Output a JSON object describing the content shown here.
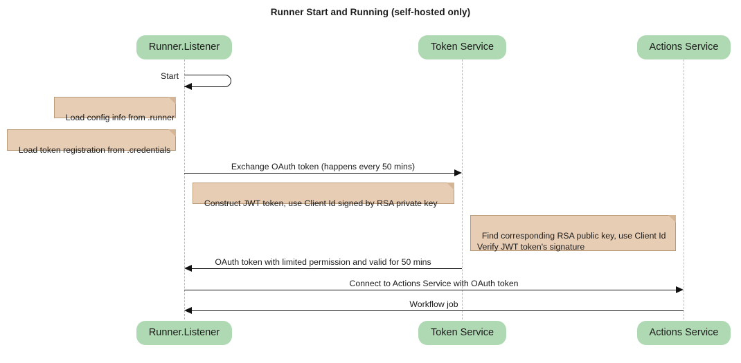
{
  "diagram": {
    "title": "Runner Start and Running (self-hosted only)",
    "type": "sequence-diagram",
    "colors": {
      "participant_fill": "#aed9b2",
      "note_fill": "#e8cdb5",
      "note_border": "#b89a78",
      "note_fold": "#d4b696",
      "lifeline": "#b9b9b9",
      "arrow": "#111111",
      "text": "#1a1a1a",
      "background": "#ffffff"
    }
  },
  "participants": [
    {
      "id": "runner",
      "label": "Runner.Listener"
    },
    {
      "id": "token",
      "label": "Token Service"
    },
    {
      "id": "actions",
      "label": "Actions Service"
    }
  ],
  "messages": [
    {
      "id": "start",
      "label": "Start",
      "from": "runner",
      "to": "runner",
      "kind": "self",
      "direction": "left"
    },
    {
      "id": "exchange-oauth-token",
      "label": "Exchange OAuth token (happens every 50 mins)",
      "from": "runner",
      "to": "token",
      "kind": "sync",
      "direction": "right"
    },
    {
      "id": "oauth-token-reply",
      "label": "OAuth token with limited permission and valid for 50 mins",
      "from": "token",
      "to": "runner",
      "kind": "sync",
      "direction": "left"
    },
    {
      "id": "connect-actions-service",
      "label": "Connect to Actions Service with OAuth token",
      "from": "runner",
      "to": "actions",
      "kind": "sync",
      "direction": "right"
    },
    {
      "id": "workflow-job",
      "label": "Workflow job",
      "from": "actions",
      "to": "runner",
      "kind": "sync",
      "direction": "left"
    }
  ],
  "notes": [
    {
      "id": "load-config",
      "lines": "Load config info from .runner",
      "attached_to": "runner",
      "side": "left"
    },
    {
      "id": "load-token-registration",
      "lines": "Load token registration from .credentials",
      "attached_to": "runner",
      "side": "left"
    },
    {
      "id": "construct-jwt",
      "lines": "Construct JWT token, use Client Id signed by RSA private key",
      "attached_to": "runner",
      "side": "right"
    },
    {
      "id": "verify-jwt",
      "lines": "Find corresponding RSA public key, use Client Id\nVerify JWT token's signature",
      "attached_to": "token",
      "side": "right"
    }
  ]
}
